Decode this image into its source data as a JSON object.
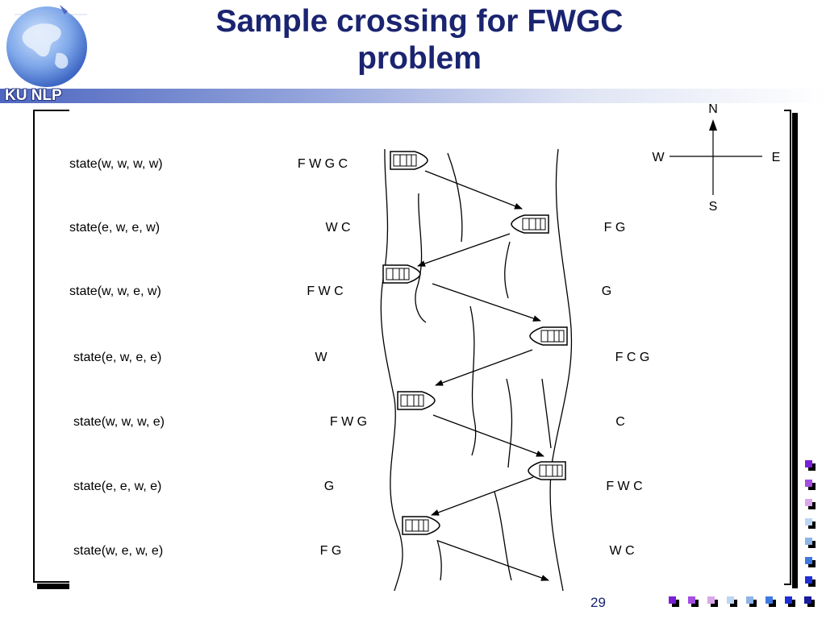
{
  "title_line1": "Sample crossing for FWGC",
  "title_line2": "problem",
  "brand": "KU NLP",
  "page_number": "29",
  "compass": {
    "north": "N",
    "south": "S",
    "east": "E",
    "west": "W"
  },
  "rows": [
    {
      "state": "state(w, w, w, w)",
      "west_bank": "F W G C",
      "east_bank": ""
    },
    {
      "state": "state(e, w, e, w)",
      "west_bank": "W C",
      "east_bank": "F G"
    },
    {
      "state": "state(w, w, e, w)",
      "west_bank": "F W C",
      "east_bank": "G"
    },
    {
      "state": "state(e, w, e, e)",
      "west_bank": "W",
      "east_bank": "F C G"
    },
    {
      "state": "state(w, w, w, e)",
      "west_bank": "F W G",
      "east_bank": "C"
    },
    {
      "state": "state(e, e, w, e)",
      "west_bank": "G",
      "east_bank": "F W C"
    },
    {
      "state": "state(w, e, w, e)",
      "west_bank": "F G",
      "east_bank": "W C"
    }
  ],
  "bullet_colors": [
    "#7a1fd6",
    "#a24ee0",
    "#d9a8ea",
    "#bcd6f2",
    "#8fb4e6",
    "#3f79e0",
    "#1f2fd6",
    "#1a1a9a"
  ]
}
